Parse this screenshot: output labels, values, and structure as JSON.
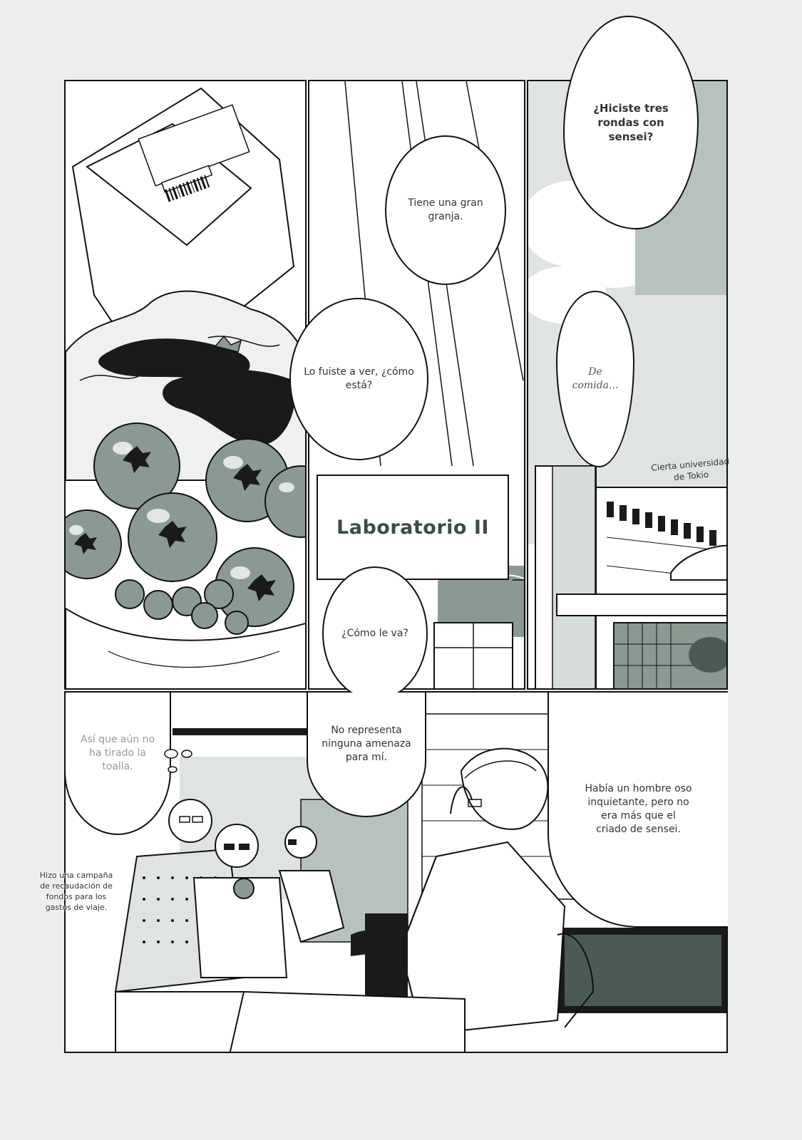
{
  "page": {
    "colors": {
      "background": "#eceeec",
      "ink": "#111111",
      "tone": "#8a9a92",
      "text": "#333333"
    }
  },
  "panel_top_right": {
    "bubble_top": "¿Hiciste tres rondas con sensei?",
    "thought_text": "De comida...",
    "caption": "Cierta universidad de Tokio"
  },
  "panel_top_middle": {
    "bubble_1": "Tiene una gran granja.",
    "bubble_2": "Lo fuiste a ver, ¿cómo está?",
    "sign": "Laboratorio II",
    "bubble_3": "¿Cómo le va?"
  },
  "panel_bottom": {
    "thought_gray": "Así que aún no ha tirado la toalla.",
    "caption_left": "Hizo una campaña de recaudación de fondos para los gastos de viaje.",
    "bubble_middle": "No representa ninguna amenaza para mí.",
    "bubble_right": "Había un hombre oso inquietante, pero no era más que el criado de sensei."
  }
}
